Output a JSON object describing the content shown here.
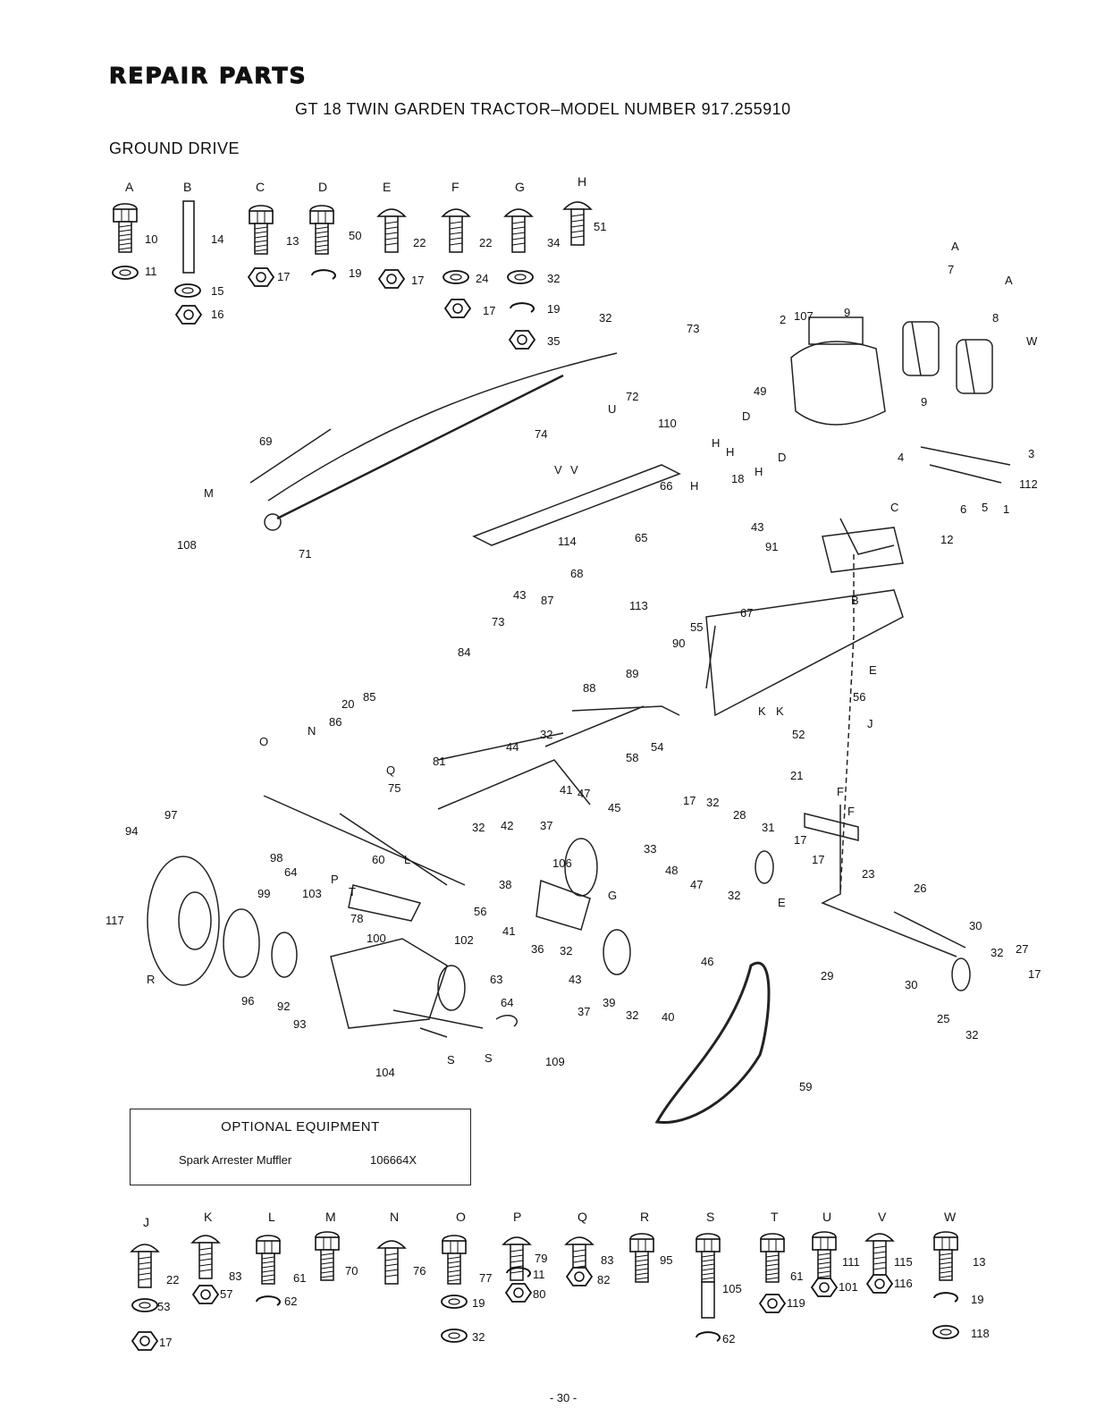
{
  "header": {
    "badge": "REPAIR PARTS",
    "title": "GT 18 TWIN GARDEN TRACTOR–MODEL NUMBER 917.255910",
    "section": "GROUND DRIVE"
  },
  "hardware_top": [
    {
      "letter": "A",
      "parts": [
        "10",
        "11"
      ]
    },
    {
      "letter": "B",
      "parts": [
        "14",
        "15",
        "16"
      ]
    },
    {
      "letter": "C",
      "parts": [
        "13",
        "17"
      ]
    },
    {
      "letter": "D",
      "parts": [
        "50",
        "19"
      ]
    },
    {
      "letter": "E",
      "parts": [
        "22",
        "17"
      ]
    },
    {
      "letter": "F",
      "parts": [
        "22",
        "24",
        "17"
      ]
    },
    {
      "letter": "G",
      "parts": [
        "34",
        "32",
        "19",
        "35"
      ]
    },
    {
      "letter": "H",
      "parts": [
        "51"
      ]
    }
  ],
  "hardware_bottom": [
    {
      "letter": "J",
      "parts": [
        "22",
        "53",
        "17"
      ]
    },
    {
      "letter": "K",
      "parts": [
        "83",
        "57"
      ]
    },
    {
      "letter": "L",
      "parts": [
        "61",
        "62"
      ]
    },
    {
      "letter": "M",
      "parts": [
        "70"
      ]
    },
    {
      "letter": "N",
      "parts": [
        "76"
      ]
    },
    {
      "letter": "O",
      "parts": [
        "77",
        "19",
        "32"
      ]
    },
    {
      "letter": "P",
      "parts": [
        "79",
        "11",
        "80"
      ]
    },
    {
      "letter": "Q",
      "parts": [
        "83",
        "82"
      ]
    },
    {
      "letter": "R",
      "parts": [
        "95"
      ]
    },
    {
      "letter": "S",
      "parts": [
        "105",
        "62"
      ]
    },
    {
      "letter": "T",
      "parts": [
        "61",
        "119"
      ]
    },
    {
      "letter": "U",
      "parts": [
        "111",
        "101"
      ]
    },
    {
      "letter": "V",
      "parts": [
        "115",
        "116"
      ]
    },
    {
      "letter": "W",
      "parts": [
        "13",
        "19",
        "118"
      ]
    }
  ],
  "callouts": [
    "2",
    "107",
    "9",
    "7",
    "8",
    "9",
    "3",
    "112",
    "4",
    "5",
    "1",
    "6",
    "12",
    "73",
    "32",
    "72",
    "110",
    "49",
    "18",
    "74",
    "69",
    "108",
    "71",
    "114",
    "66",
    "43",
    "91",
    "65",
    "68",
    "113",
    "43",
    "87",
    "73",
    "84",
    "67",
    "55",
    "90",
    "89",
    "88",
    "20",
    "85",
    "86",
    "81",
    "75",
    "44",
    "32",
    "58",
    "54",
    "52",
    "56",
    "21",
    "41",
    "47",
    "45",
    "17",
    "32",
    "28",
    "31",
    "17",
    "17",
    "23",
    "26",
    "94",
    "97",
    "117",
    "98",
    "64",
    "103",
    "99",
    "78",
    "100",
    "60",
    "32",
    "42",
    "37",
    "106",
    "38",
    "56",
    "102",
    "41",
    "36",
    "32",
    "33",
    "48",
    "47",
    "32",
    "43",
    "63",
    "64",
    "39",
    "37",
    "32",
    "40",
    "46",
    "29",
    "30",
    "30",
    "32",
    "27",
    "17",
    "25",
    "32",
    "96",
    "92",
    "93",
    "104",
    "109",
    "59"
  ],
  "ref_letters": [
    "A",
    "A",
    "W",
    "C",
    "B",
    "E",
    "J",
    "K",
    "K",
    "U",
    "D",
    "H",
    "H",
    "H",
    "H",
    "D",
    "M",
    "N",
    "O",
    "Q",
    "P",
    "T",
    "L",
    "G",
    "F",
    "F",
    "E",
    "R",
    "S",
    "S",
    "V",
    "V"
  ],
  "optional_equipment": {
    "title": "OPTIONAL EQUIPMENT",
    "item": "Spark Arrester Muffler",
    "part_number": "106664X"
  },
  "page_number": "- 30 -"
}
